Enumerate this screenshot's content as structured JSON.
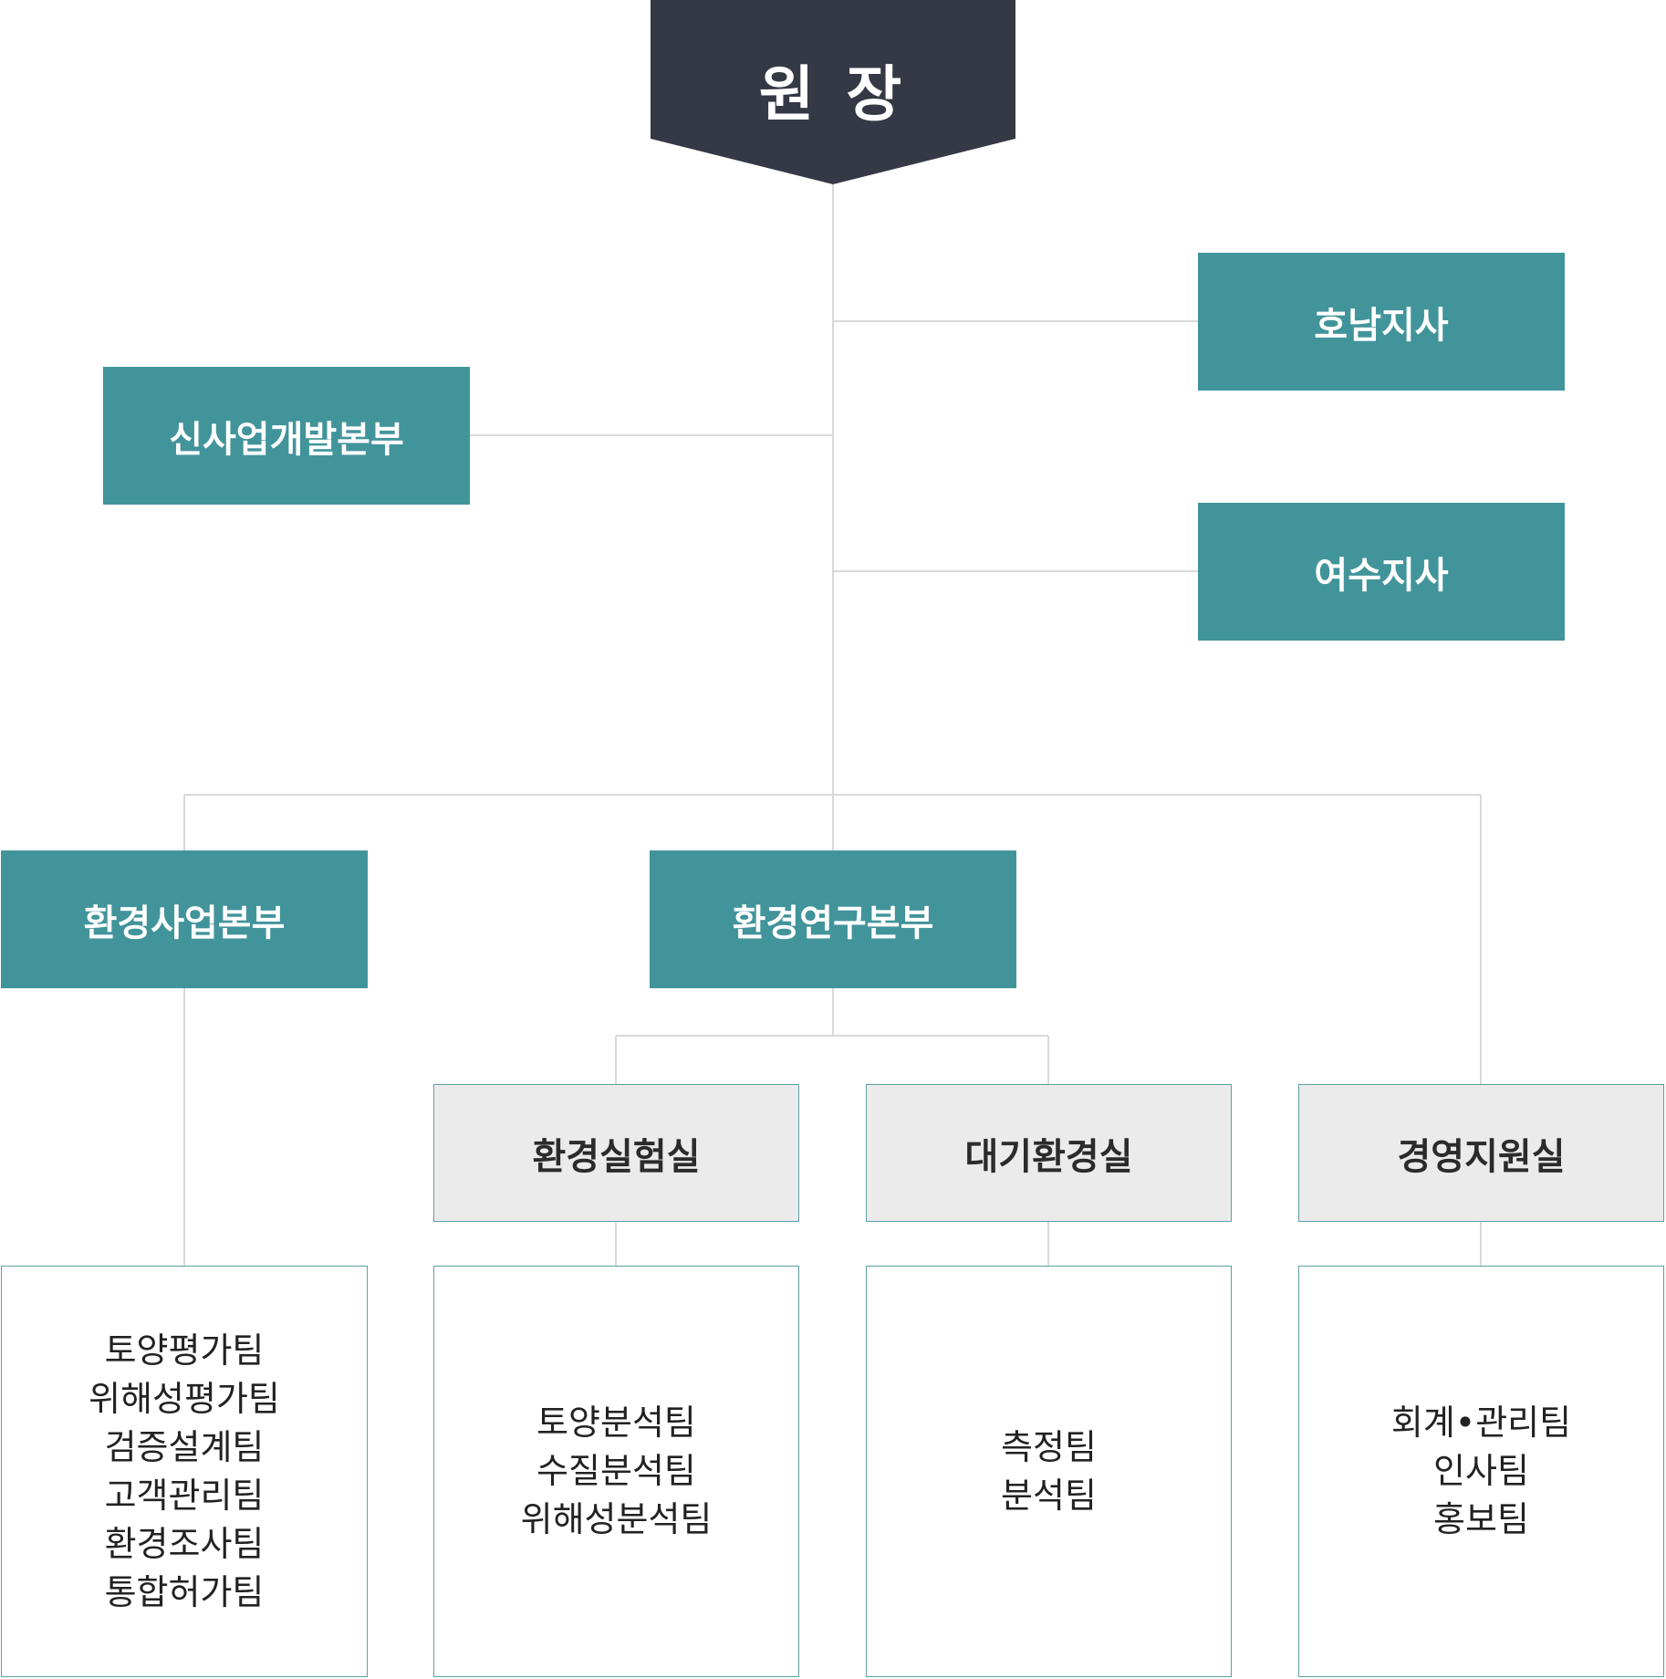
{
  "head": {
    "title": "원 장"
  },
  "branches": {
    "honam": "호남지사",
    "yeosu": "여수지사"
  },
  "new_business": "신사업개발본부",
  "divisions": {
    "env_business": "환경사업본부",
    "env_research": "환경연구본부"
  },
  "offices": {
    "env_lab": "환경실험실",
    "air_env": "대기환경실",
    "mgmt_support": "경영지원실"
  },
  "teams": {
    "env_business": [
      "토양평가팀",
      "위해성평가팀",
      "검증설계팀",
      "고객관리팀",
      "환경조사팀",
      "통합허가팀"
    ],
    "env_lab": [
      "토양분석팀",
      "수질분석팀",
      "위해성분석팀"
    ],
    "air_env": [
      "측정팀",
      "분석팀"
    ],
    "mgmt_support": [
      "회계•관리팀",
      "인사팀",
      "홍보팀"
    ]
  },
  "colors": {
    "head": "#353945",
    "teal": "#42949b",
    "grey": "#ebebeb",
    "line": "#d9d9d9"
  }
}
